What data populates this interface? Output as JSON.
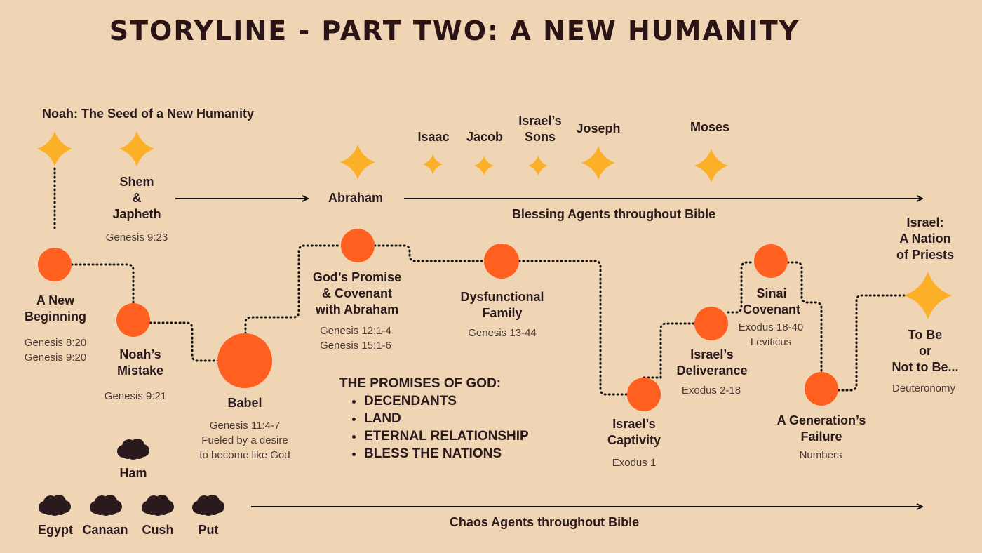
{
  "title": "STORYLINE - PART TWO:  A NEW HUMANITY",
  "noah_heading": "Noah: The Seed of a New Humanity",
  "colors": {
    "background": "#efd5b4",
    "node": "#ff5f1f",
    "star": "#fbb027",
    "text": "#2a1a1d",
    "cloud": "#2a1a1d"
  },
  "seed_line": {
    "shem": [
      "Shem",
      "&",
      "Japheth"
    ],
    "shem_ref": "Genesis 9:23",
    "abraham": "Abraham",
    "blessing": "Blessing Agents throughout Bible",
    "agents": [
      {
        "label": [
          "Isaac"
        ],
        "icon": "star-icon"
      },
      {
        "label": [
          "Jacob"
        ],
        "icon": "star-icon"
      },
      {
        "label": [
          "Israel’s",
          "Sons"
        ],
        "icon": "star-icon"
      },
      {
        "label": [
          "Joseph"
        ],
        "icon": "star-icon"
      },
      {
        "label": [
          "Moses"
        ],
        "icon": "star-icon"
      }
    ]
  },
  "timeline": [
    {
      "title": [
        "A New",
        "Beginning"
      ],
      "refs": [
        "Genesis 8:20",
        "Genesis 9:20"
      ]
    },
    {
      "title": [
        "Noah’s",
        "Mistake"
      ],
      "refs": [
        "Genesis 9:21"
      ]
    },
    {
      "title": [
        "Babel"
      ],
      "refs": [
        "Genesis 11:4-7",
        "Fueled by a desire",
        "to become like God"
      ]
    },
    {
      "title": [
        "God’s Promise",
        "& Covenant",
        "with Abraham"
      ],
      "refs": [
        "Genesis 12:1-4",
        "Genesis 15:1-6"
      ]
    },
    {
      "title": [
        "Dysfunctional",
        "Family"
      ],
      "refs": [
        "Genesis 13-44"
      ]
    },
    {
      "title": [
        "Israel’s",
        "Captivity"
      ],
      "refs": [
        "Exodus 1"
      ]
    },
    {
      "title": [
        "Israel’s",
        "Deliverance"
      ],
      "refs": [
        "Exodus 2-18"
      ]
    },
    {
      "title": [
        "Sinai",
        "Covenant"
      ],
      "refs": [
        "Exodus 18-40",
        "Leviticus"
      ]
    },
    {
      "title": [
        "A Generation’s",
        "Failure"
      ],
      "refs": [
        "Numbers"
      ]
    }
  ],
  "israel": {
    "heading": [
      "Israel:",
      "A Nation",
      "of Priests"
    ],
    "question": [
      "To Be",
      "or",
      "Not to Be..."
    ],
    "ref": "Deuteronomy"
  },
  "promises": {
    "heading": "THE PROMISES OF GOD:",
    "items": [
      "DECENDANTS",
      "LAND",
      "ETERNAL RELATIONSHIP",
      "BLESS THE NATIONS"
    ]
  },
  "chaos": {
    "ham": "Ham",
    "nations": [
      "Egypt",
      "Canaan",
      "Cush",
      "Put"
    ],
    "label": "Chaos Agents throughout Bible"
  }
}
